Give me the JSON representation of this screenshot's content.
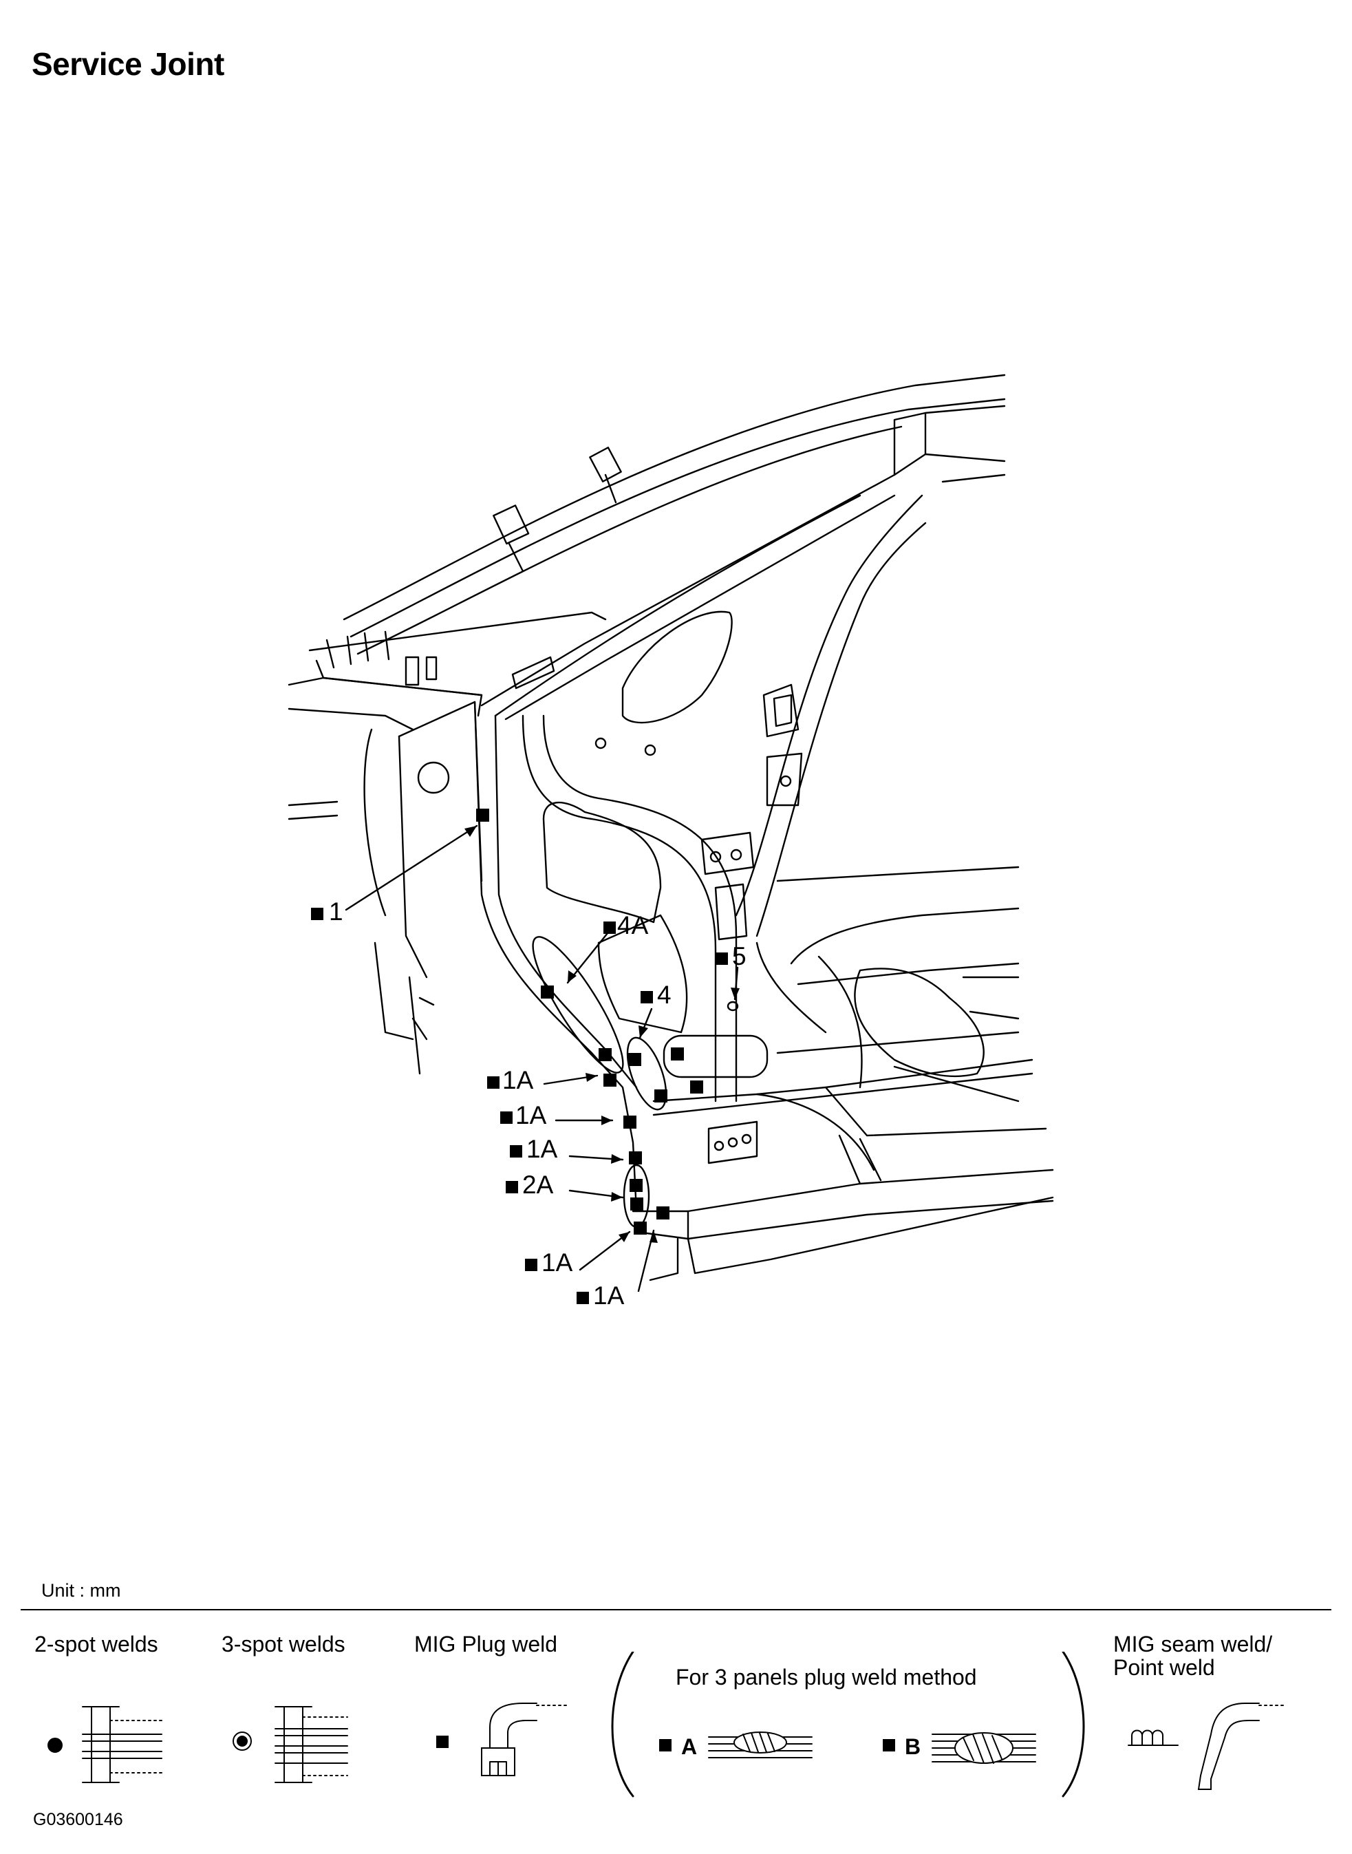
{
  "title": "Service Joint",
  "callouts": [
    {
      "id": "c1",
      "label": "1"
    },
    {
      "id": "c4A",
      "label": "4A"
    },
    {
      "id": "c4",
      "label": "4"
    },
    {
      "id": "c5",
      "label": "5"
    },
    {
      "id": "c1A_a",
      "label": "1A"
    },
    {
      "id": "c1A_b",
      "label": "1A"
    },
    {
      "id": "c1A_c",
      "label": "1A"
    },
    {
      "id": "c2A",
      "label": "2A"
    },
    {
      "id": "c1A_d",
      "label": "1A"
    },
    {
      "id": "c1A_e",
      "label": "1A"
    }
  ],
  "unit": "Unit : mm",
  "legend": {
    "two_spot": "2-spot welds",
    "three_spot": "3-spot welds",
    "mig_plug": "MIG Plug weld",
    "three_panels": "For 3 panels plug weld method",
    "method_a": "A",
    "method_b": "B",
    "mig_seam_line1": "MIG seam weld/",
    "mig_seam_line2": "Point weld"
  },
  "drawing_code": "G03600146"
}
